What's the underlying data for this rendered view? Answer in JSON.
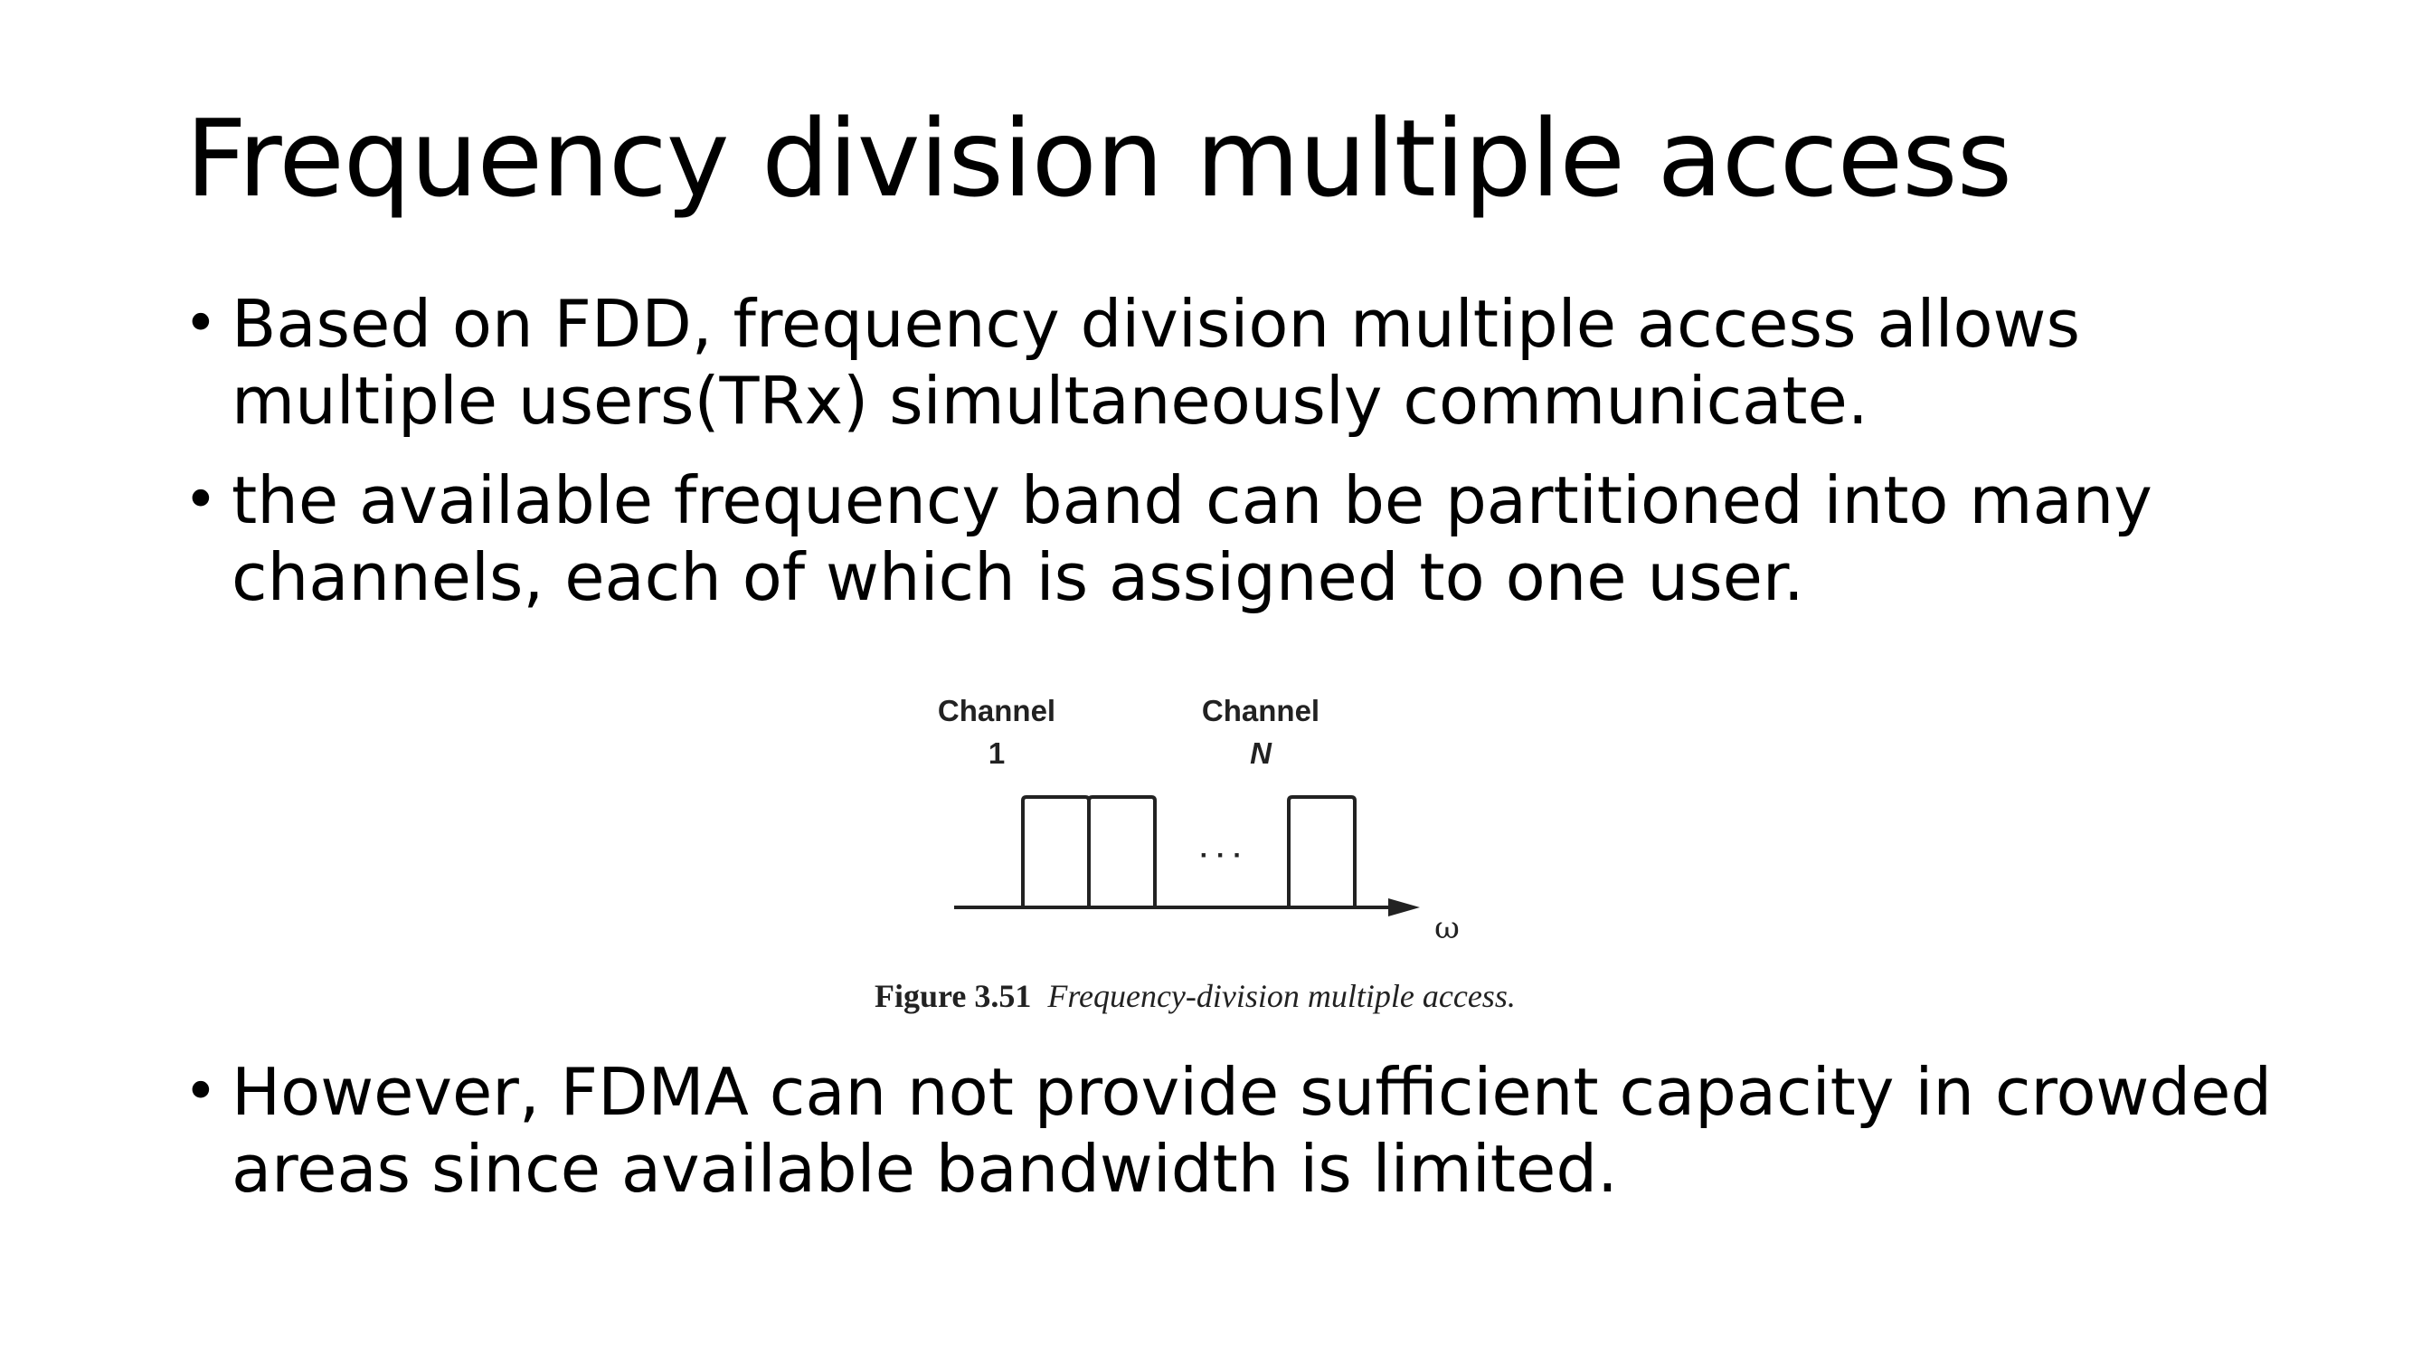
{
  "slide": {
    "title": "Frequency division multiple access",
    "bullets": [
      "Based on FDD, frequency division multiple access allows multiple users(TRx) simultaneously communicate.",
      "the available frequency band can be partitioned into many channels, each of which is assigned to one user.",
      "However, FDMA can not provide sufficient capacity in crowded areas since available bandwidth is limited."
    ],
    "bullet_symbol": "•"
  },
  "figure": {
    "channel_label": "Channel",
    "channel_first": "1",
    "channel_last": "N",
    "ellipsis": "· · ·",
    "axis_label": "ω",
    "caption_number": "Figure 3.51",
    "caption_text": "Frequency-division multiple access."
  }
}
